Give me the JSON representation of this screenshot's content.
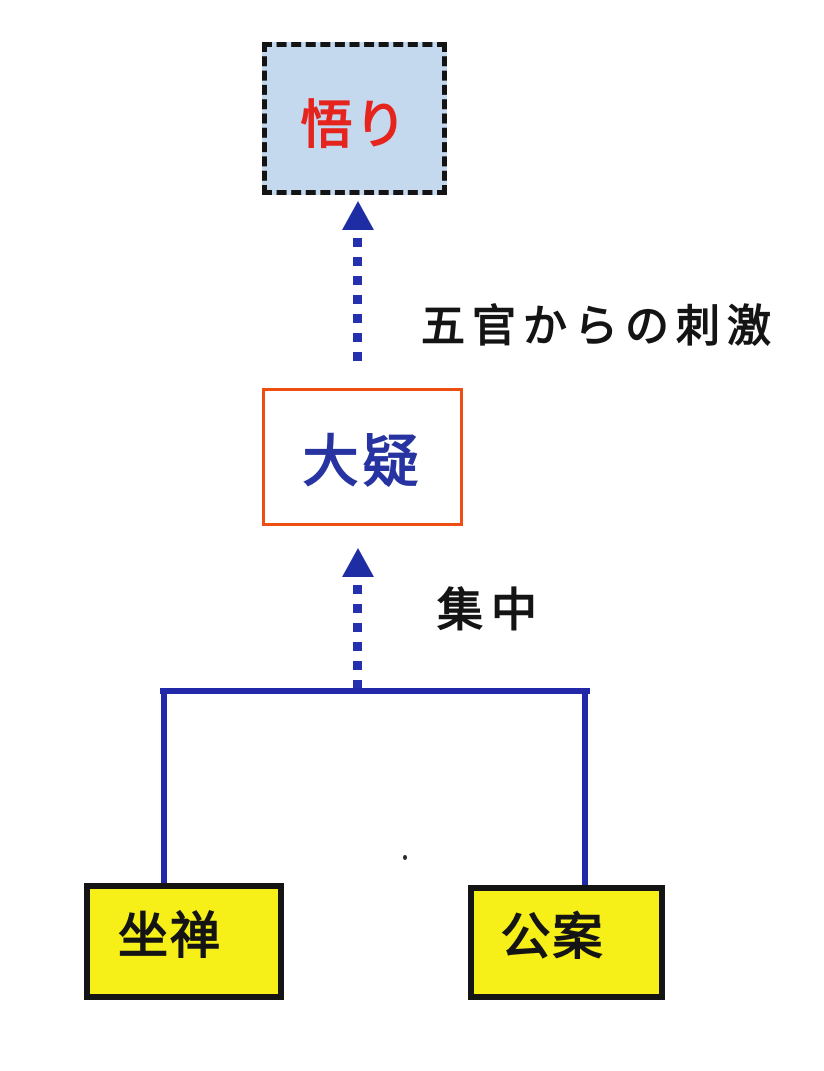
{
  "diagram": {
    "description": "Zen practice flow diagram (scanned slide)",
    "nodes": {
      "satori": {
        "label": "悟り",
        "text_color": "#e6241e",
        "fill_color": "#c4d9ee",
        "border_style": "dashed",
        "border_color": "#141414"
      },
      "daigi": {
        "label": "大疑",
        "text_color": "#2633a0",
        "fill_color": "#ffffff",
        "border_color": "#ee4e12"
      },
      "zazen": {
        "label": "坐禅",
        "text_color": "#141414",
        "fill_color": "#f7ef18",
        "border_color": "#141414"
      },
      "koan": {
        "label": "公案",
        "text_color": "#141414",
        "fill_color": "#f7ef18",
        "border_color": "#141414"
      }
    },
    "edges": {
      "daigi_to_satori": {
        "label": "五官からの刺激",
        "style": "dotted-arrow-up",
        "color": "#2430ae"
      },
      "sources_to_daigi": {
        "label": "集中",
        "style": "dotted-arrow-up",
        "color": "#2430ae"
      },
      "bracket": {
        "style": "solid-elbow-connector",
        "color": "#2129a8",
        "joins": [
          "zazen",
          "koan"
        ]
      }
    }
  }
}
